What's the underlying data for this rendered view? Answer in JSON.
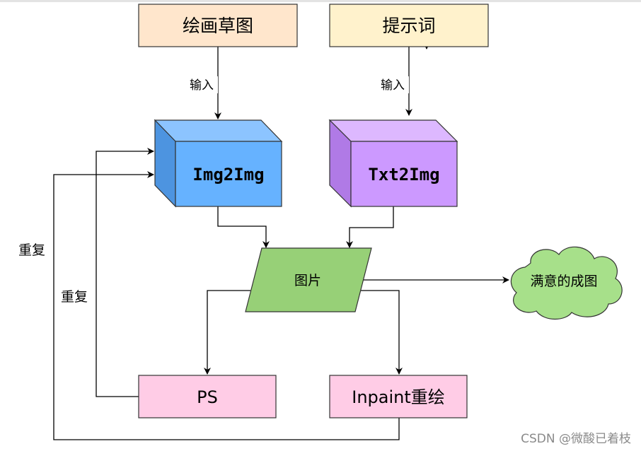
{
  "diagram": {
    "nodes": {
      "sketch": "绘画草图",
      "prompt": "提示词",
      "img2img": "Img2Img",
      "txt2img": "Txt2Img",
      "image": "图片",
      "result": "满意的成图",
      "ps": "PS",
      "inpaint": "Inpaint重绘"
    },
    "edge_labels": {
      "input_left": "输入",
      "input_right": "输入",
      "repeat_outer": "重复",
      "repeat_inner": "重复"
    },
    "colors": {
      "sketch_fill": "#ffe6cc",
      "prompt_fill": "#fff2cc",
      "img2img_front": "#66b2ff",
      "img2img_side": "#4d94e0",
      "txt2img_front": "#cc99ff",
      "txt2img_side": "#b07ae6",
      "image_fill": "#97d077",
      "result_fill": "#a7e08a",
      "ps_fill": "#ffcce6",
      "inpaint_fill": "#ffcce6",
      "stroke": "#333333"
    }
  },
  "watermark": "CSDN @微酸已着枝"
}
